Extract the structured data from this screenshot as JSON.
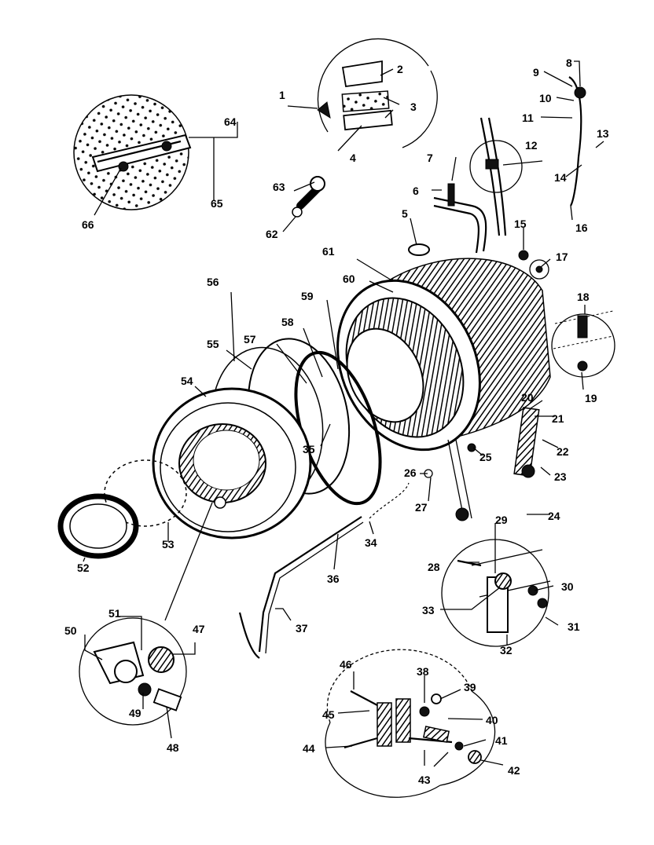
{
  "parts": {
    "p1": "1",
    "p2": "2",
    "p3": "3",
    "p4": "4",
    "p5": "5",
    "p6": "6",
    "p7": "7",
    "p8": "8",
    "p9": "9",
    "p10": "10",
    "p11": "11",
    "p12": "12",
    "p13": "13",
    "p14": "14",
    "p15": "15",
    "p16": "16",
    "p17": "17",
    "p18": "18",
    "p19": "19",
    "p20": "20",
    "p21": "21",
    "p22": "22",
    "p23": "23",
    "p24": "24",
    "p25": "25",
    "p26": "26",
    "p27": "27",
    "p28": "28",
    "p29": "29",
    "p30": "30",
    "p31": "31",
    "p32": "32",
    "p33": "33",
    "p34": "34",
    "p35": "35",
    "p36": "36",
    "p37": "37",
    "p38": "38",
    "p39": "39",
    "p40": "40",
    "p41": "41",
    "p42": "42",
    "p43": "43",
    "p44": "44",
    "p45": "45",
    "p46": "46",
    "p47": "47",
    "p48": "48",
    "p49": "49",
    "p50": "50",
    "p51": "51",
    "p52": "52",
    "p53": "53",
    "p54": "54",
    "p55": "55",
    "p56": "56",
    "p57": "57",
    "p58": "58",
    "p59": "59",
    "p60": "60",
    "p61": "61",
    "p62": "62",
    "p63": "63",
    "p64": "64",
    "p65": "65",
    "p66": "66"
  }
}
